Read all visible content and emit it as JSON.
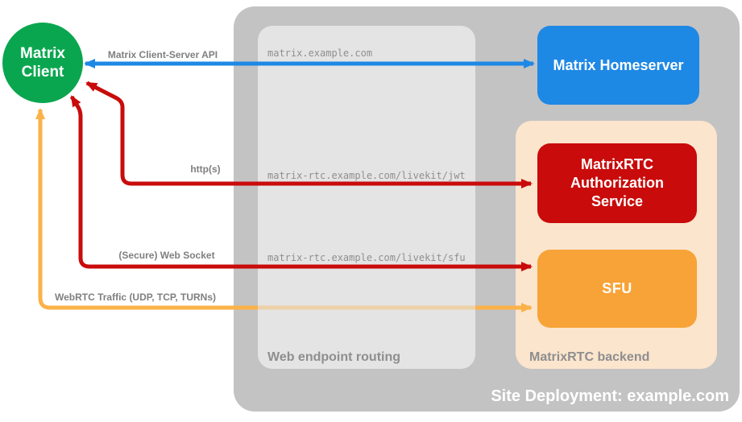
{
  "diagram": {
    "title": "Site Deployment: example.com",
    "colors": {
      "client_green": "#0AA64F",
      "homeserver_blue": "#1E88E5",
      "auth_service_red": "#C90B0B",
      "sfu_orange": "#F8A337",
      "webrtc_arrow_orange": "#FBB249",
      "backend_peach": "#FBE5CD",
      "site_gray": "#C3C3C3",
      "routing_gray": "#E4E4E4",
      "label_gray": "#7F7F7F"
    }
  },
  "nodes": {
    "client": "Matrix Client",
    "homeserver": "Matrix Homeserver",
    "auth_service": "MatrixRTC Authorization Service",
    "sfu": "SFU"
  },
  "groups": {
    "web_endpoint_routing": "Web endpoint routing",
    "matrixrtc_backend": "MatrixRTC backend",
    "site_deployment": "Site Deployment: example.com"
  },
  "routes": [
    "matrix.example.com",
    "matrix-rtc.example.com/livekit/jwt",
    "matrix-rtc.example.com/livekit/sfu"
  ],
  "connections": [
    {
      "label": "Matrix Client-Server API",
      "color": "#1E88E5",
      "from": "Matrix Client",
      "to": "Matrix Homeserver",
      "bidirectional": true
    },
    {
      "label": "http(s)",
      "color": "#C90B0B",
      "from": "Matrix Client",
      "to": "MatrixRTC Authorization Service",
      "bidirectional": true
    },
    {
      "label": "(Secure) Web Socket",
      "color": "#C90B0B",
      "from": "Matrix Client",
      "to": "SFU",
      "bidirectional": true
    },
    {
      "label": "WebRTC Traffic (UDP, TCP, TURNs)",
      "color": "#FBB249",
      "from": "Matrix Client",
      "to": "SFU",
      "bidirectional": true
    }
  ]
}
